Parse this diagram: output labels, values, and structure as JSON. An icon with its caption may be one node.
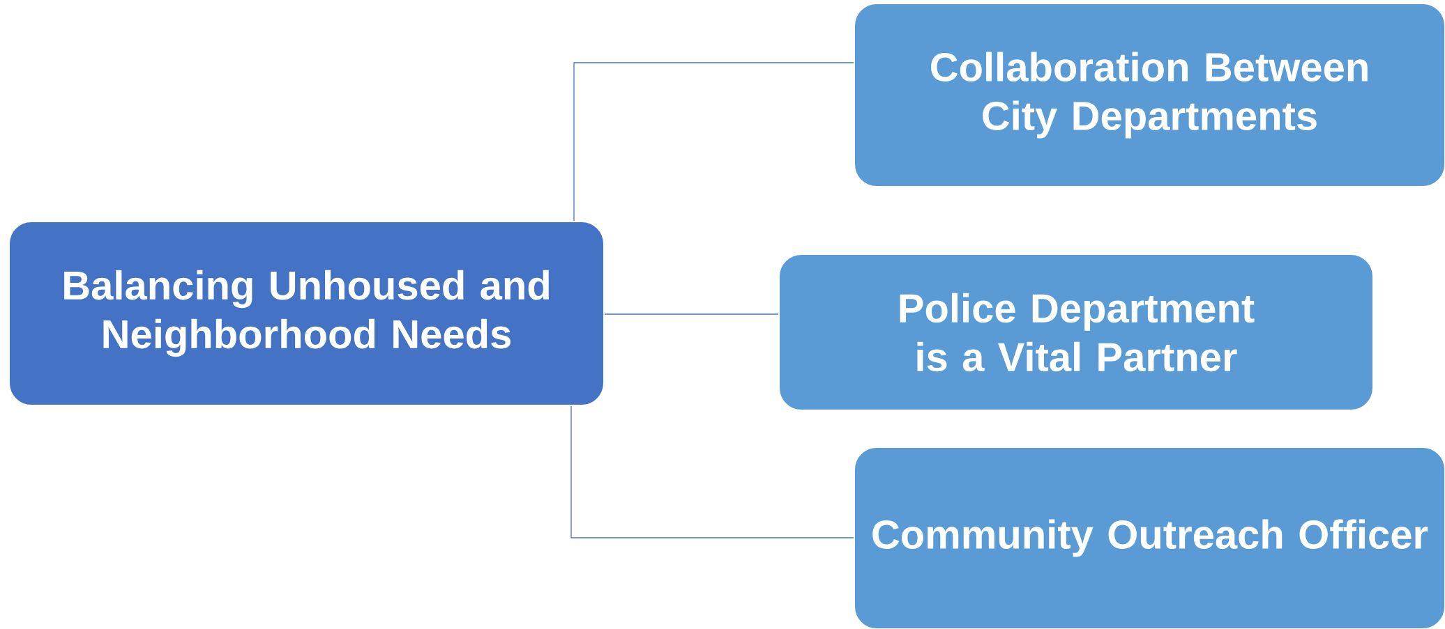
{
  "diagram": {
    "nodes": [
      {
        "text": [
          "Balancing Unhoused and Neighborhood Needs"
        ]
      },
      {
        "text": [
          "Collaboration Between City Departments"
        ]
      },
      {
        "text": [
          "Police Department is a Vital Partner"
        ]
      },
      {
        "text": [
          "Community Outreach Officer"
        ]
      }
    ],
    "edges": [
      {
        "from": 0,
        "to": 1,
        "arrow": "none"
      },
      {
        "from": 0,
        "to": 2,
        "arrow": "none"
      },
      {
        "from": 0,
        "to": 3,
        "arrow": "none"
      }
    ]
  }
}
